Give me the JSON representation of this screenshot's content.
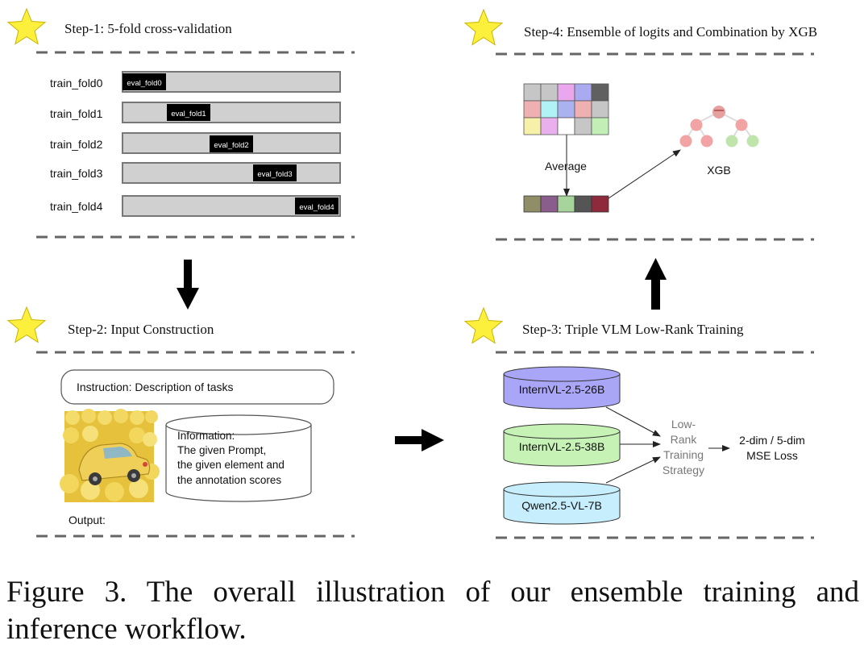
{
  "step1": {
    "title": "Step-1: 5-fold cross-validation",
    "folds": [
      {
        "train": "train_fold0",
        "eval": "eval_fold0"
      },
      {
        "train": "train_fold1",
        "eval": "eval_fold1"
      },
      {
        "train": "train_fold2",
        "eval": "eval_fold2"
      },
      {
        "train": "train_fold3",
        "eval": "eval_fold3"
      },
      {
        "train": "train_fold4",
        "eval": "eval_fold4"
      }
    ]
  },
  "step2": {
    "title": "Step-2: Input Construction",
    "instruction": "Instruction: Description of tasks",
    "information_lines": [
      "Information:",
      "The given Prompt,",
      "the given element and",
      "the annotation scores"
    ],
    "output": "Output:"
  },
  "step3": {
    "title": "Step-3: Triple VLM Low-Rank Training",
    "models": [
      "InternVL-2.5-26B",
      "InternVL-2.5-38B",
      "Qwen2.5-VL-7B"
    ],
    "strategy_lines": [
      "Low-",
      "Rank",
      "Training",
      "Strategy"
    ],
    "loss_lines": [
      "2-dim / 5-dim",
      "MSE Loss"
    ]
  },
  "step4": {
    "title": "Step-4: Ensemble of logits and  Combination by XGB",
    "average_label": "Average",
    "xgb_label": "XGB"
  },
  "caption": "Figure 3.  The overall illustration of our ensemble training and inference workflow.",
  "colors": {
    "star": "#fdf03d",
    "bar": "#d0d0d0",
    "eval_box": "#000000",
    "model1": "#a9a6f7",
    "model2": "#c6f2b5",
    "model3": "#c6eefd",
    "tree_red": "#f2a3a3",
    "tree_green": "#bfe5ad"
  }
}
